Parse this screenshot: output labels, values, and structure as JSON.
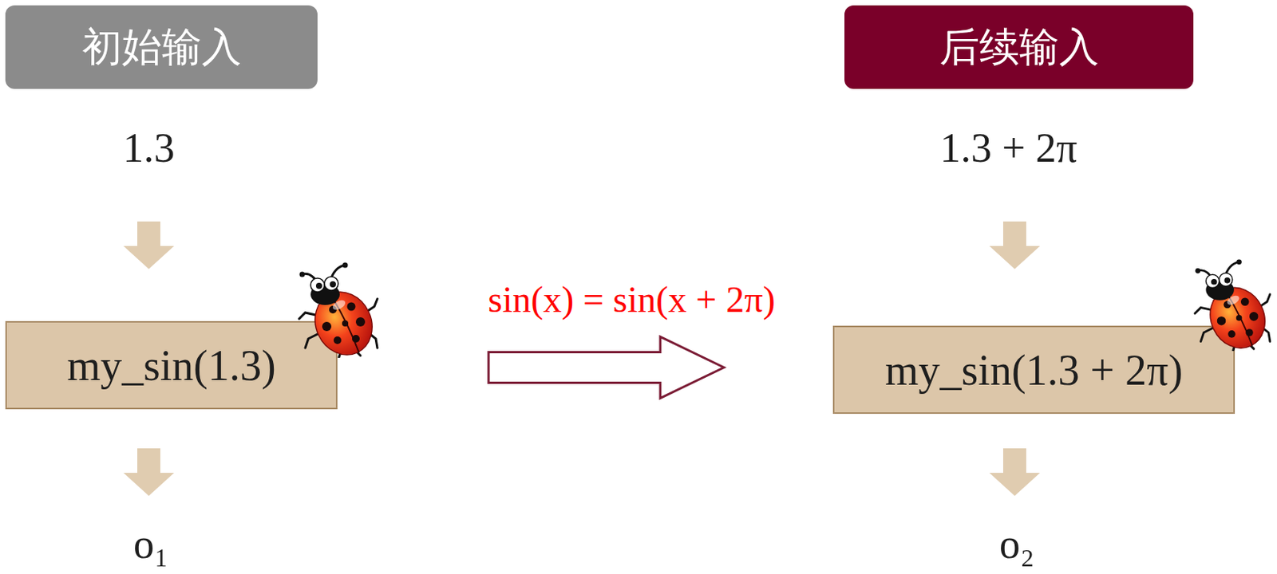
{
  "diagram": {
    "nodes": [
      {
        "text": [
          "初始输入"
        ]
      },
      {
        "text": [
          "后续输入"
        ]
      },
      {
        "text": [
          "my_sin(1.3)"
        ]
      },
      {
        "text": [
          "my_sin(1.3 + 2π)"
        ]
      }
    ],
    "edges": [
      {
        "from": 2,
        "to": 3,
        "arrow": "to",
        "label": "sin(x) = sin(x + 2π)"
      }
    ],
    "labels": [
      "1.3",
      "1.3 + 2π",
      "o₁",
      "o₂"
    ]
  }
}
